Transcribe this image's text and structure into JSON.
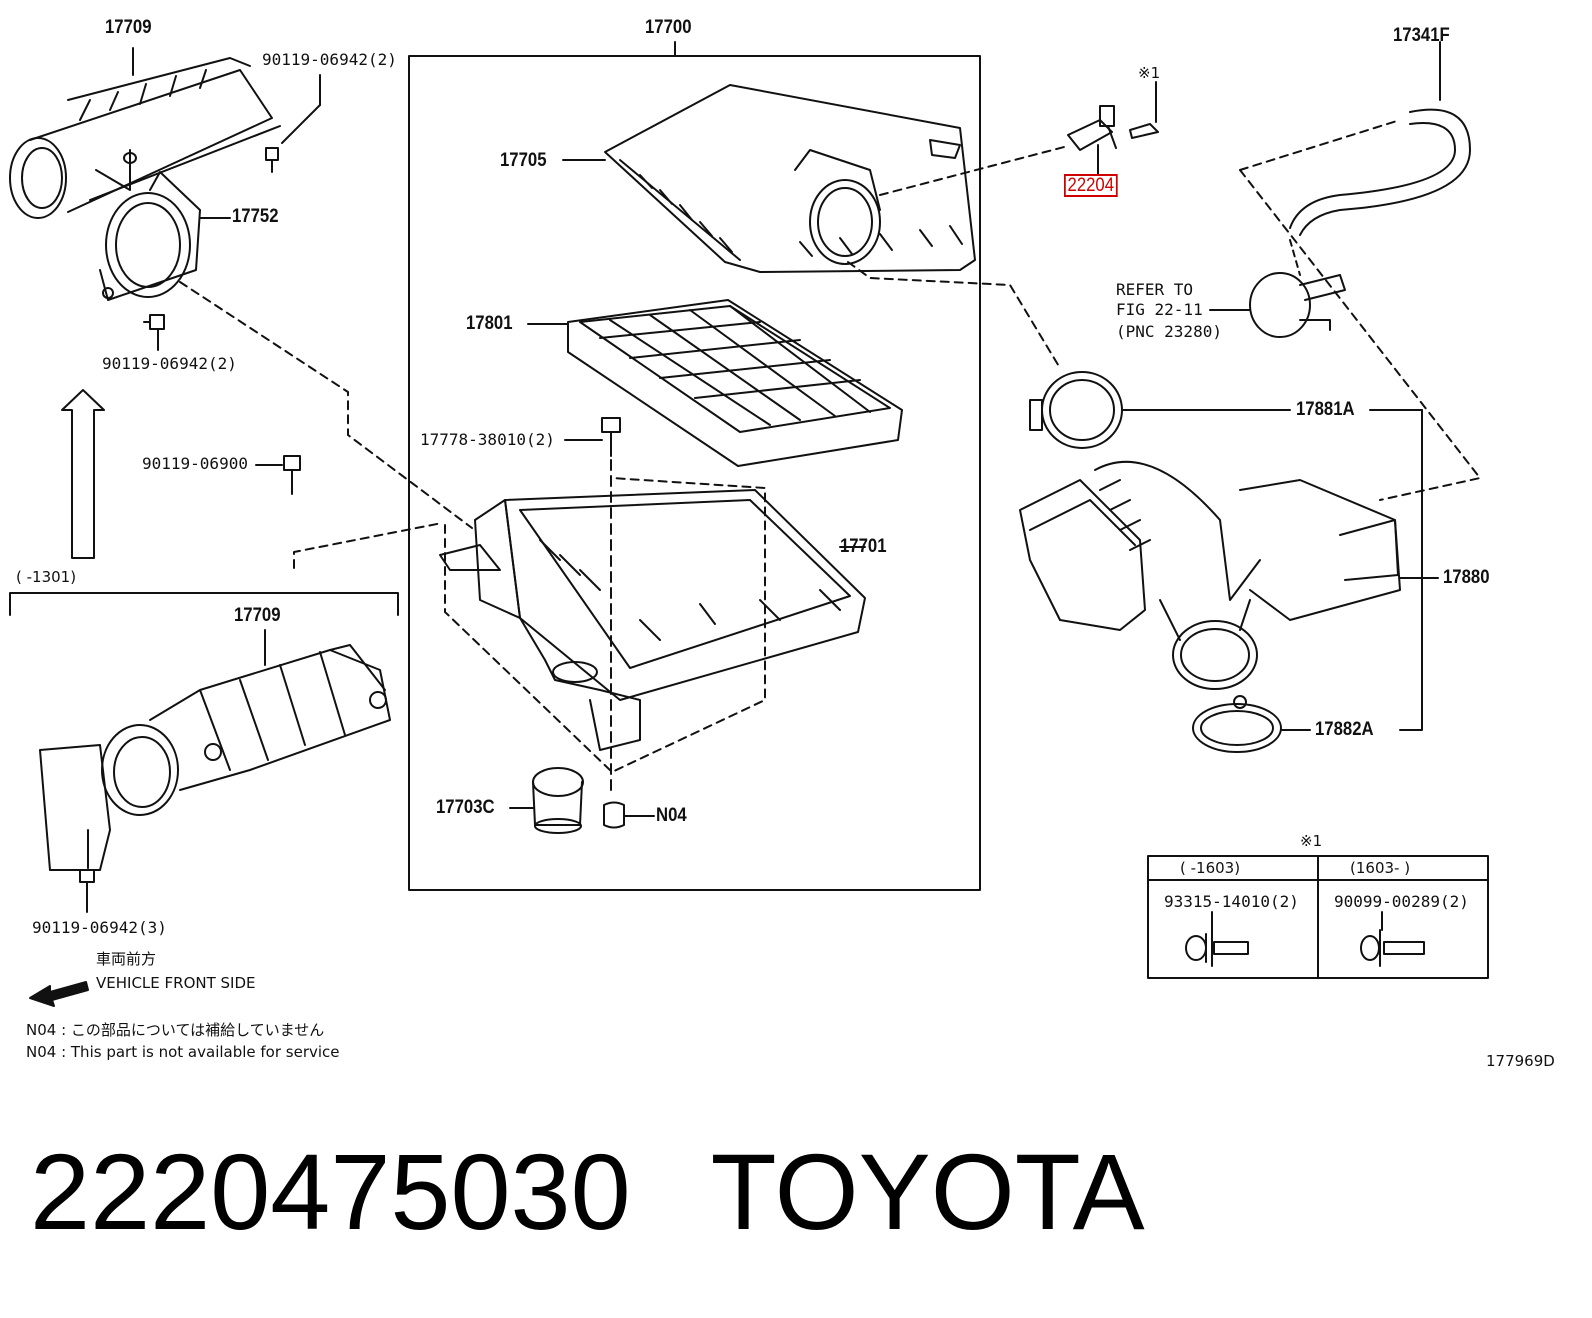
{
  "labels": {
    "p17709_top": "17709",
    "p17700": "17700",
    "p17341f": "17341F",
    "p90119_06942_tr": "90119-06942(2)",
    "p17705": "17705",
    "mark1_top": "※1",
    "p22204": "22204",
    "p17752": "17752",
    "refer_l1": "REFER TO",
    "refer_l2": "FIG 22-11",
    "refer_l3": "(PNC 23280)",
    "p17801": "17801",
    "p90119_06942_ml": "90119-06942(2)",
    "p17881a": "17881A",
    "p17778": "17778-38010(2)",
    "p90119_06900": "90119-06900",
    "p17701": "17701",
    "range_1301": "(   -1301)",
    "p17880": "17880",
    "p17709_bottom": "17709",
    "p17882a": "17882A",
    "p17703c": "17703C",
    "n04": "N04",
    "mark1_table": "※1",
    "p90119_06942_bl": "90119-06942(3)",
    "diagram_code": "177969D"
  },
  "table": {
    "col1_header": "(   -1603)",
    "col2_header": "(1603-   )",
    "col1_part": "93315-14010(2)",
    "col2_part": "90099-00289(2)"
  },
  "notes": {
    "front_jp": "車両前方",
    "front_en": "VEHICLE FRONT SIDE",
    "n04_jp": "N04 : この部品については補給していません",
    "n04_en": "N04 : This part is not available for service"
  },
  "title": {
    "part_number": "2220475030",
    "brand": "TOYOTA"
  },
  "colors": {
    "highlight": "#d00000",
    "line": "#111111"
  }
}
